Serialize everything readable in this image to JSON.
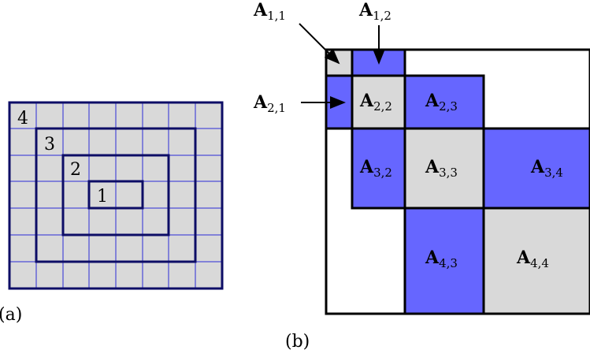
{
  "panel_a": {
    "caption": "(a)",
    "rings": [
      "4",
      "3",
      "2",
      "1"
    ]
  },
  "panel_b": {
    "caption": "(b)",
    "blocks": {
      "a11": {
        "m": "A",
        "sub": "1,1"
      },
      "a12": {
        "m": "A",
        "sub": "1,2"
      },
      "a21": {
        "m": "A",
        "sub": "2,1"
      },
      "a22": {
        "m": "A",
        "sub": "2,2"
      },
      "a23": {
        "m": "A",
        "sub": "2,3"
      },
      "a32": {
        "m": "A",
        "sub": "3,2"
      },
      "a33": {
        "m": "A",
        "sub": "3,3"
      },
      "a34": {
        "m": "A",
        "sub": "3,4"
      },
      "a43": {
        "m": "A",
        "sub": "4,3"
      },
      "a44": {
        "m": "A",
        "sub": "4,4"
      }
    }
  },
  "colors": {
    "diagonal_block": "#d9d9d9",
    "offdiagonal_block": "#6666ff",
    "grid_line": "#2b2bd6",
    "ring_line": "#0d0d66",
    "outline": "#000000"
  }
}
